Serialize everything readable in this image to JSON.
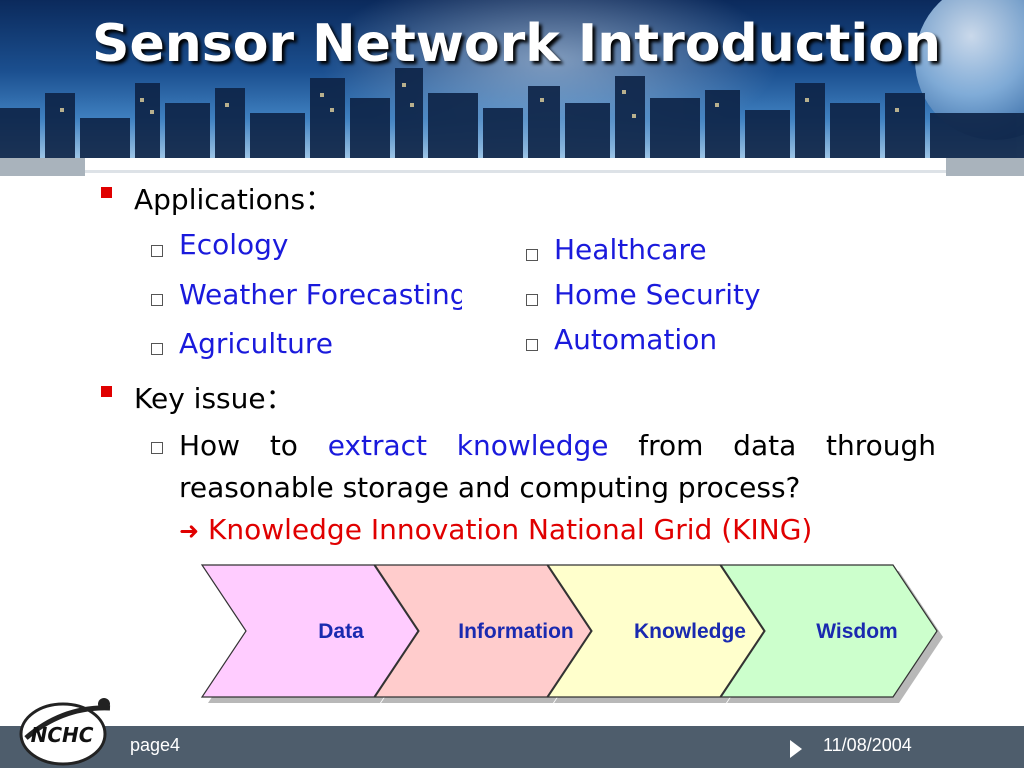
{
  "slide": {
    "title": "Sensor Network Introduction"
  },
  "applications": {
    "heading": "Applications：",
    "left_items": [
      "Ecology",
      "Weather Forecasting",
      "Agriculture"
    ],
    "right_items": [
      "Healthcare",
      "Home Security",
      "Automation"
    ]
  },
  "key_issue": {
    "heading": "Key issue：",
    "text_before": "How to ",
    "keyword": "extract knowledge",
    "text_after": " from data through reasonable storage and computing process?",
    "arrow": "➜",
    "conclusion": "Knowledge Innovation National Grid (KING)"
  },
  "pipeline": {
    "stages": [
      {
        "label": "Data",
        "fill": "#ffccff"
      },
      {
        "label": "Information",
        "fill": "#ffcccc"
      },
      {
        "label": "Knowledge",
        "fill": "#ffffcc"
      },
      {
        "label": "Wisdom",
        "fill": "#ccffcc"
      }
    ],
    "label_color": "#1a2ab0"
  },
  "footer": {
    "page": "page4",
    "date": "11/08/2004",
    "logo_text": "NCHC"
  },
  "colors": {
    "bullet_red": "#e00000",
    "link_blue": "#1a1adc",
    "footer_bg": "#4e5d6c"
  }
}
